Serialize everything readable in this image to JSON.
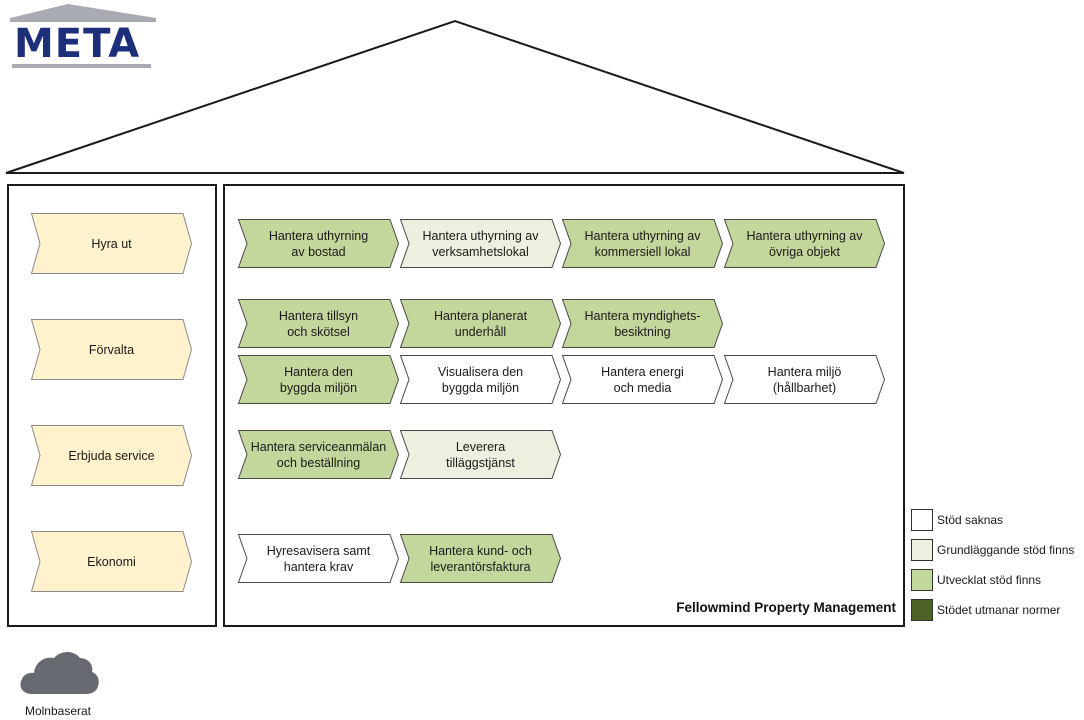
{
  "logo": {
    "text": "META",
    "color": "#1d2f7a",
    "roof_color": "#a8abb3"
  },
  "colors": {
    "none": "#ffffff",
    "basic": "#ebf1de",
    "developed": "#c3d69b",
    "norms": "#4f6228",
    "left": "#fff2cc",
    "stroke": "#4a4a4a",
    "cloud": "#666a70"
  },
  "left_processes": [
    {
      "label": "Hyra ut"
    },
    {
      "label": "Förvalta"
    },
    {
      "label": "Erbjuda service"
    },
    {
      "label": "Ekonomi"
    }
  ],
  "process_rows": [
    [
      {
        "label": "Hantera uthyrning\nav bostad",
        "support": "developed"
      },
      {
        "label": "Hantera uthyrning av\nverksamhetslokal",
        "support": "basic"
      },
      {
        "label": "Hantera uthyrning av\nkommersiell lokal",
        "support": "developed"
      },
      {
        "label": "Hantera uthyrning av\növriga objekt",
        "support": "developed"
      }
    ],
    [
      {
        "label": "Hantera tillsyn\noch skötsel",
        "support": "developed"
      },
      {
        "label": "Hantera planerat\nunderhåll",
        "support": "developed"
      },
      {
        "label": "Hantera myndighets-\nbesiktning",
        "support": "developed"
      }
    ],
    [
      {
        "label": "Hantera den\nbyggda miljön",
        "support": "developed"
      },
      {
        "label": "Visualisera den\nbyggda miljön",
        "support": "none"
      },
      {
        "label": "Hantera energi\noch media",
        "support": "none"
      },
      {
        "label": "Hantera miljö\n(hållbarhet)",
        "support": "none"
      }
    ],
    [
      {
        "label": "Hantera serviceanmälan\noch beställning",
        "support": "developed"
      },
      {
        "label": "Leverera\ntilläggstjänst",
        "support": "basic"
      }
    ],
    [
      {
        "label": "Hyresavisera samt\nhantera krav",
        "support": "none"
      },
      {
        "label": "Hantera kund- och\nleverantörsfaktura",
        "support": "developed"
      }
    ]
  ],
  "company": "Fellowmind Property Management",
  "legend": [
    {
      "label": "Stöd saknas",
      "color": "#ffffff"
    },
    {
      "label": "Grundläggande stöd finns",
      "color": "#ebf1de"
    },
    {
      "label": "Utvecklat stöd finns",
      "color": "#c3d69b"
    },
    {
      "label": "Stödet utmanar normer",
      "color": "#4f6228"
    }
  ],
  "cloud": {
    "label": "Molnbaserat"
  }
}
